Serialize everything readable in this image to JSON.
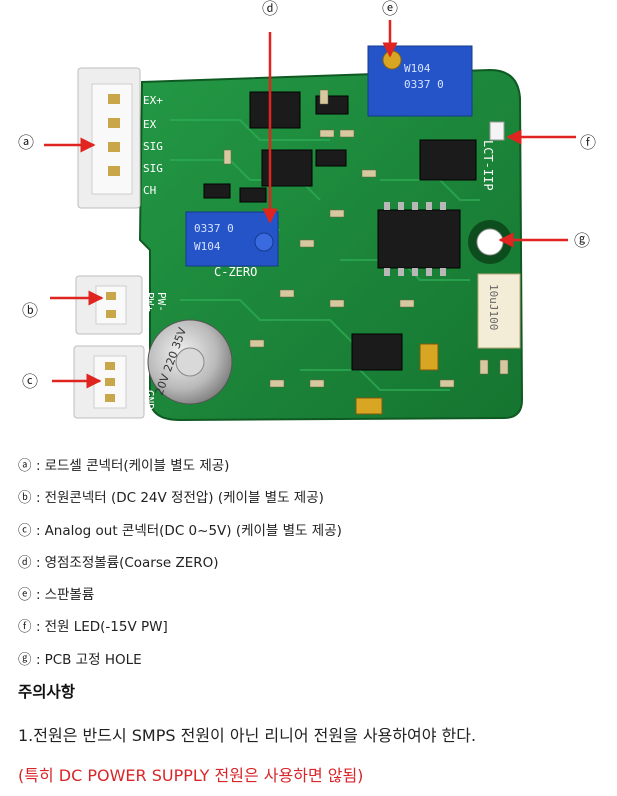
{
  "colors": {
    "pcb": "#1f8a3a",
    "pcb_dark": "#136a2a",
    "connector": "#eeeeee",
    "trimmer": "#2454c8",
    "arrow": "#e0241f",
    "warning_text": "#d8262a"
  },
  "callouts": {
    "a": "ⓐ",
    "b": "ⓑ",
    "c": "ⓒ",
    "d": "ⓓ",
    "e": "ⓔ",
    "f": "ⓕ",
    "g": "ⓖ"
  },
  "board_silkscreen": {
    "ex_plus": "EX+",
    "ex_minus": "EX",
    "sig_plus": "SIG",
    "sig_minus": "SIG",
    "ch": "CH",
    "pwr_plus": "PW+",
    "pwr_minus": "PW-",
    "gnd": "GND",
    "c_zero": "C-ZERO",
    "lct": "LCT-IIP",
    "trimmer_top": "W104",
    "trimmer_top2": "0337 0",
    "trimmer_mid": "0337 0",
    "trimmer_mid2": "W104",
    "resistor": "10uJ100",
    "cap": "20V 220 35V"
  },
  "legend": [
    {
      "key": "ⓐ",
      "text": "로드셀 콘넥터(케이블 별도 제공)"
    },
    {
      "key": "ⓑ",
      "text": "전원콘넥터 (DC 24V 정전압) (케이블 별도 제공)"
    },
    {
      "key": "ⓒ",
      "text": "Analog out 콘넥터(DC 0~5V) (케이블 별도 제공)"
    },
    {
      "key": "ⓓ",
      "text": "영점조정볼륨(Coarse ZERO)"
    },
    {
      "key": "ⓔ",
      "text": "스판볼륨"
    },
    {
      "key": "ⓕ",
      "text": "전원 LED(-15V PW]"
    },
    {
      "key": "ⓖ",
      "text": "PCB 고정 HOLE"
    }
  ],
  "notice": {
    "title": "주의사항",
    "line1": "1.전원은 반드시 SMPS 전원이 아닌 리니어 전원을 사용하여야 한다.",
    "warning": "(특히 DC POWER SUPPLY 전원은 사용하면 않됨)"
  }
}
